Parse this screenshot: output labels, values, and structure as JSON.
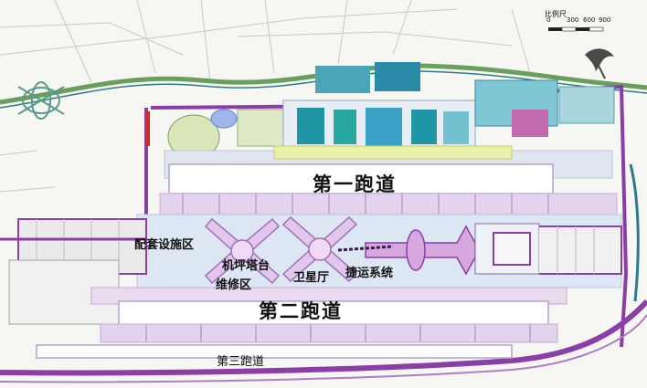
{
  "labels": {
    "runway1": "第一跑道",
    "runway2": "第二跑道",
    "runway3": "第三跑道",
    "support_area": "配套设施区",
    "tower": "机坪塔台",
    "maintenance": "维修区",
    "satellite": "卫星厅",
    "apm": "捷运系统"
  },
  "scale_bar": {
    "label": "比例尺",
    "ticks": [
      "0",
      "300",
      "600",
      "900"
    ]
  },
  "colors": {
    "road": "#8a3fa6",
    "taxiway": "#c9a6d8",
    "apron": "#cdd9ee",
    "terminal": "#1f95a6",
    "green": "#cfe3a6",
    "runway": "#ffffff",
    "highway": "#6a9e5c"
  }
}
